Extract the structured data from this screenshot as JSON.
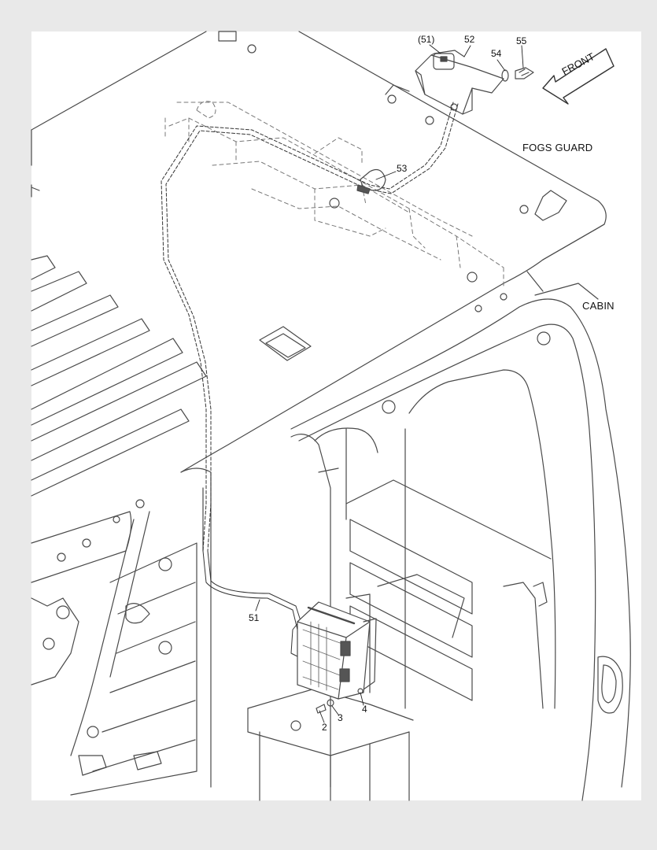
{
  "callouts": {
    "c51_paren": "(51)",
    "c52": "52",
    "c53": "53",
    "c54": "54",
    "c55": "55",
    "c51": "51",
    "c2": "2",
    "c3": "3",
    "c4": "4"
  },
  "area_labels": {
    "fogs_guard": "FOGS GUARD",
    "cabin": "CABIN"
  },
  "direction_arrow": {
    "text": "FRONT"
  },
  "colors": {
    "line": "#4a4a4a",
    "light_line": "#9a9a9a",
    "harness": "#333333",
    "background": "#e9e9e9",
    "paper": "#ffffff"
  }
}
